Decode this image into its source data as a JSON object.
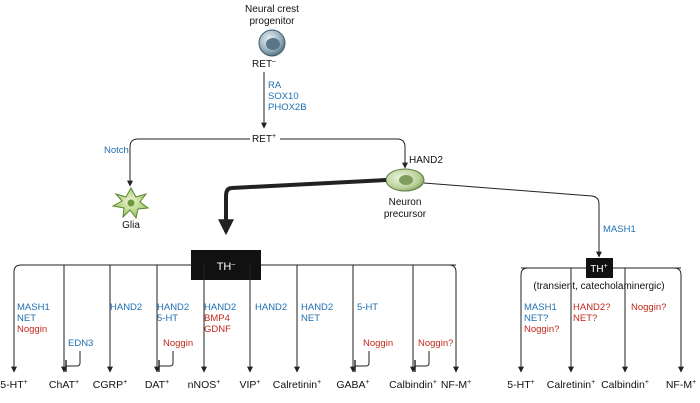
{
  "nodes": {
    "progenitor_line1": "Neural crest",
    "progenitor_line2": "progenitor",
    "ret_neg": "RET",
    "ret_neg_sup": "–",
    "ret_pos": "RET",
    "ret_pos_sup": "+",
    "glia": "Glia",
    "neuron_line1": "Neuron",
    "neuron_line2": "precursor",
    "th_neg": "TH",
    "th_neg_sup": "–",
    "th_pos": "TH",
    "th_pos_sup": "+",
    "th_pos_note": "(transient, catecholaminergic)"
  },
  "factors": {
    "ra": "RA",
    "sox10": "SOX10",
    "phox2b": "PHOX2B",
    "notch": "Notch",
    "hand2_main": "HAND2",
    "mash1_main": "MASH1"
  },
  "outputs_th_neg": [
    {
      "name": "5-HT",
      "sup": "+"
    },
    {
      "name": "ChAT",
      "sup": "+"
    },
    {
      "name": "CGRP",
      "sup": "+"
    },
    {
      "name": "DAT",
      "sup": "+"
    },
    {
      "name": "nNOS",
      "sup": "+"
    },
    {
      "name": "VIP",
      "sup": "+"
    },
    {
      "name": "Calretinin",
      "sup": "+"
    },
    {
      "name": "GABA",
      "sup": "+"
    },
    {
      "name": "Calbindin",
      "sup": "+"
    },
    {
      "name": "NF-M",
      "sup": "+"
    }
  ],
  "outputs_th_pos": [
    {
      "name": "5-HT",
      "sup": "+"
    },
    {
      "name": "Calretinin",
      "sup": "+"
    },
    {
      "name": "Calbindin",
      "sup": "+"
    },
    {
      "name": "NF-M",
      "sup": "+"
    }
  ],
  "branch_labels": {
    "ht5_mash1": "MASH1",
    "ht5_net": "NET",
    "ht5_noggin": "Noggin",
    "chat_edn3": "EDN3",
    "cgrp_hand2": "HAND2",
    "dat_hand2": "HAND2",
    "dat_5ht": "5-HT",
    "dat_noggin": "Noggin",
    "nnos_hand2": "HAND2",
    "nnos_bmp4": "BMP4",
    "nnos_gdnf": "GDNF",
    "vip_hand2": "HAND2",
    "calret_hand2": "HAND2",
    "calret_net": "NET",
    "gaba_5ht": "5-HT",
    "gaba_noggin": "Noggin",
    "calb_noggin": "Noggin?",
    "p_mash1": "MASH1",
    "p_net": "NET?",
    "p_noggin": "Noggin?",
    "p_hand2": "HAND2?",
    "p_net2": "NET?",
    "p_noggin2": "Noggin?"
  },
  "colors": {
    "activator": "#1f6fb2",
    "inhibitor": "#c0281c",
    "node_box": "#111111",
    "progenitor_cell": "#8fa6b3",
    "glia_cell": "#9ec26a",
    "neuron_cell": "#a9c489"
  }
}
